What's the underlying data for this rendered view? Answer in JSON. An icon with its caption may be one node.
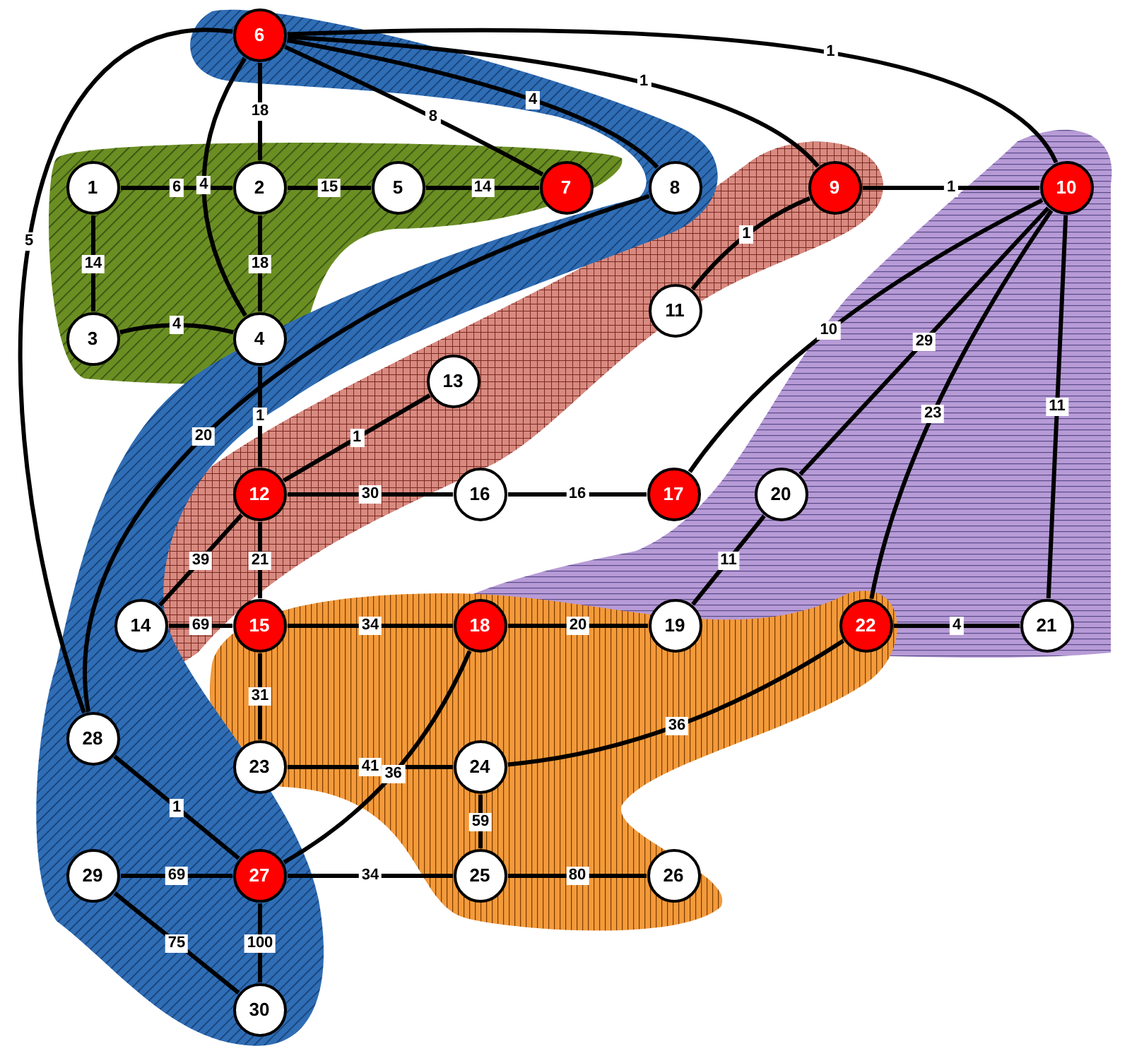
{
  "diagram": {
    "nodes": [
      {
        "text": [
          "1"
        ]
      },
      {
        "text": [
          "2"
        ]
      },
      {
        "text": [
          "3"
        ]
      },
      {
        "text": [
          "4"
        ]
      },
      {
        "text": [
          "5"
        ]
      },
      {
        "text": [
          "6"
        ]
      },
      {
        "text": [
          "7"
        ]
      },
      {
        "text": [
          "8"
        ]
      },
      {
        "text": [
          "9"
        ]
      },
      {
        "text": [
          "10"
        ]
      },
      {
        "text": [
          "11"
        ]
      },
      {
        "text": [
          "12"
        ]
      },
      {
        "text": [
          "13"
        ]
      },
      {
        "text": [
          "14"
        ]
      },
      {
        "text": [
          "15"
        ]
      },
      {
        "text": [
          "16"
        ]
      },
      {
        "text": [
          "17"
        ]
      },
      {
        "text": [
          "18"
        ]
      },
      {
        "text": [
          "19"
        ]
      },
      {
        "text": [
          "20"
        ]
      },
      {
        "text": [
          "21"
        ]
      },
      {
        "text": [
          "22"
        ]
      },
      {
        "text": [
          "23"
        ]
      },
      {
        "text": [
          "24"
        ]
      },
      {
        "text": [
          "25"
        ]
      },
      {
        "text": [
          "26"
        ]
      },
      {
        "text": [
          "27"
        ]
      },
      {
        "text": [
          "28"
        ]
      },
      {
        "text": [
          "29"
        ]
      },
      {
        "text": [
          "30"
        ]
      }
    ],
    "edges": [
      {
        "from": 5,
        "to": 1,
        "arrow": "none",
        "label": "18"
      },
      {
        "from": 5,
        "to": 3,
        "arrow": "none",
        "label": "4"
      },
      {
        "from": 5,
        "to": 6,
        "arrow": "none",
        "label": "8"
      },
      {
        "from": 5,
        "to": 7,
        "arrow": "none",
        "label": "4"
      },
      {
        "from": 5,
        "to": 8,
        "arrow": "none",
        "label": "1"
      },
      {
        "from": 5,
        "to": 9,
        "arrow": "none",
        "label": "1"
      },
      {
        "from": 5,
        "to": 27,
        "arrow": "none",
        "label": "5"
      },
      {
        "from": 0,
        "to": 1,
        "arrow": "none",
        "label": "6"
      },
      {
        "from": 0,
        "to": 2,
        "arrow": "none",
        "label": "14"
      },
      {
        "from": 2,
        "to": 3,
        "arrow": "none",
        "label": "4"
      },
      {
        "from": 1,
        "to": 4,
        "arrow": "none",
        "label": "15"
      },
      {
        "from": 4,
        "to": 6,
        "arrow": "none",
        "label": "14"
      },
      {
        "from": 1,
        "to": 3,
        "arrow": "none",
        "label": "18"
      },
      {
        "from": 3,
        "to": 11,
        "arrow": "none",
        "label": "1"
      },
      {
        "from": 8,
        "to": 9,
        "arrow": "none",
        "label": "1"
      },
      {
        "from": 8,
        "to": 10,
        "arrow": "none",
        "label": "1"
      },
      {
        "from": 9,
        "to": 16,
        "arrow": "none",
        "label": "10"
      },
      {
        "from": 9,
        "to": 19,
        "arrow": "none",
        "label": "29"
      },
      {
        "from": 9,
        "to": 21,
        "arrow": "none",
        "label": "23"
      },
      {
        "from": 9,
        "to": 20,
        "arrow": "none",
        "label": "11"
      },
      {
        "from": 11,
        "to": 12,
        "arrow": "none",
        "label": "1"
      },
      {
        "from": 11,
        "to": 15,
        "arrow": "none",
        "label": "30"
      },
      {
        "from": 15,
        "to": 16,
        "arrow": "none",
        "label": "16"
      },
      {
        "from": 11,
        "to": 13,
        "arrow": "none",
        "label": "39"
      },
      {
        "from": 11,
        "to": 14,
        "arrow": "none",
        "label": "21"
      },
      {
        "from": 13,
        "to": 14,
        "arrow": "none",
        "label": "69"
      },
      {
        "from": 14,
        "to": 17,
        "arrow": "none",
        "label": "34"
      },
      {
        "from": 17,
        "to": 18,
        "arrow": "none",
        "label": "20"
      },
      {
        "from": 19,
        "to": 18,
        "arrow": "none",
        "label": "11"
      },
      {
        "from": 21,
        "to": 20,
        "arrow": "none",
        "label": "4"
      },
      {
        "from": 21,
        "to": 23,
        "arrow": "none",
        "label": "36"
      },
      {
        "from": 14,
        "to": 22,
        "arrow": "none",
        "label": "31"
      },
      {
        "from": 22,
        "to": 23,
        "arrow": "none",
        "label": "41"
      },
      {
        "from": 23,
        "to": 24,
        "arrow": "none",
        "label": "59"
      },
      {
        "from": 24,
        "to": 25,
        "arrow": "none",
        "label": "80"
      },
      {
        "from": 17,
        "to": 26,
        "arrow": "none",
        "label": "36"
      },
      {
        "from": 26,
        "to": 24,
        "arrow": "none",
        "label": "34"
      },
      {
        "from": 27,
        "to": 26,
        "arrow": "none",
        "label": "1"
      },
      {
        "from": 28,
        "to": 26,
        "arrow": "none",
        "label": "69"
      },
      {
        "from": 28,
        "to": 29,
        "arrow": "none",
        "label": "75"
      },
      {
        "from": 26,
        "to": 29,
        "arrow": "none",
        "label": "100"
      },
      {
        "from": 7,
        "to": 27,
        "arrow": "none",
        "label": "20"
      }
    ]
  }
}
